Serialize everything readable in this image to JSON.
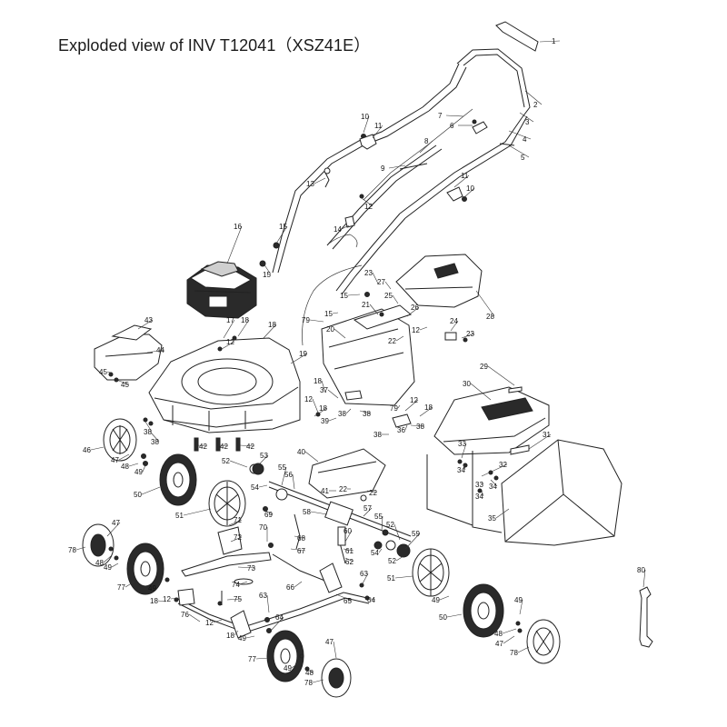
{
  "title": "Exploded view of INV T12041（XSZ41E）",
  "callouts": [
    "1",
    "2",
    "3",
    "4",
    "5",
    "6",
    "7",
    "8",
    "9",
    "10",
    "11",
    "12",
    "13",
    "14",
    "15",
    "16",
    "17",
    "18",
    "19",
    "20",
    "21",
    "22",
    "23",
    "24",
    "25",
    "26",
    "27",
    "28",
    "29",
    "30",
    "31",
    "32",
    "33",
    "34",
    "35",
    "36",
    "37",
    "38",
    "39",
    "40",
    "41",
    "42",
    "43",
    "44",
    "45",
    "46",
    "47",
    "48",
    "49",
    "50",
    "51",
    "52",
    "53",
    "54",
    "55",
    "56",
    "57",
    "58",
    "59",
    "60",
    "61",
    "62",
    "63",
    "64",
    "65",
    "66",
    "67",
    "68",
    "69",
    "70",
    "71",
    "72",
    "73",
    "74",
    "75",
    "76",
    "77",
    "78",
    "79",
    "80"
  ]
}
